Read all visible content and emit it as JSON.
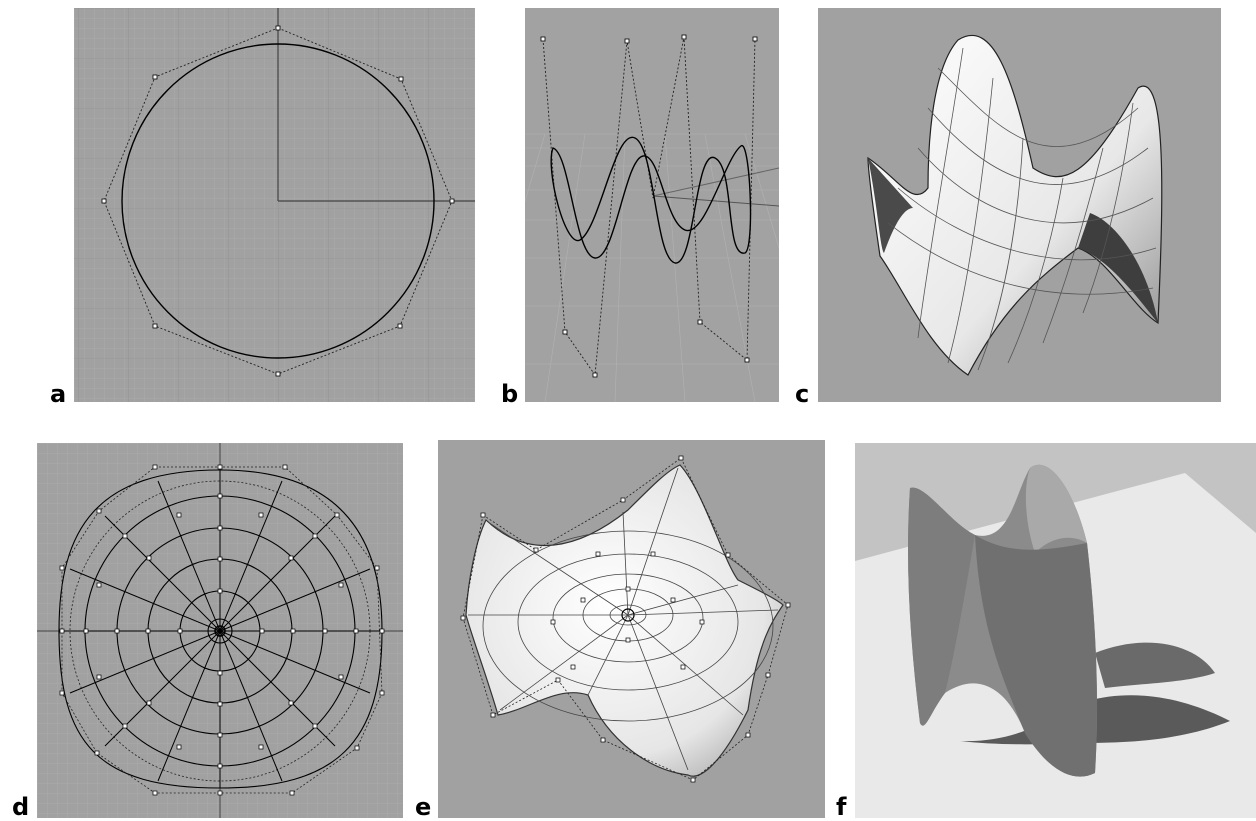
{
  "labels": {
    "a": "a",
    "b": "b",
    "c": "c",
    "d": "d",
    "e": "e",
    "f": "f"
  },
  "colors": {
    "viewport_bg": "#a1a1a1",
    "grid_minor": "#b0b0b0",
    "grid_major": "#8a8a8a",
    "curve": "#000000",
    "control_polygon": "#222222",
    "control_point_fill": "#ffffff",
    "surface_light": "#f2f2f2",
    "surface_shadow": "#6e6e6e",
    "render_floor": "#e8e8e8",
    "render_sky": "#c3c3c3"
  }
}
